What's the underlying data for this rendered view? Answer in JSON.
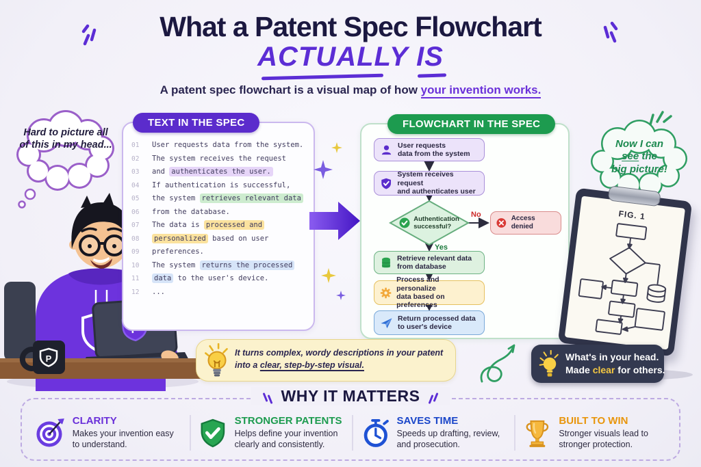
{
  "header": {
    "title": "What a Patent Spec Flowchart",
    "accent": "ACTUALLY IS",
    "subtitle_prefix": "A patent spec flowchart is a visual map of how ",
    "subtitle_accent": "your invention works."
  },
  "left_bubble": {
    "text": "Hard to picture all of this in my head..."
  },
  "character": {
    "logo_letter": "P"
  },
  "spec_panel": {
    "heading": "TEXT IN THE SPEC",
    "lines": [
      {
        "num": "01",
        "segments": [
          {
            "text": "User requests data from the system."
          }
        ]
      },
      {
        "num": "02",
        "segments": [
          {
            "text": "The system receives the request"
          }
        ]
      },
      {
        "num": "03",
        "segments": [
          {
            "text": "and "
          },
          {
            "text": "authenticates the user.",
            "hl": "purple"
          }
        ]
      },
      {
        "num": "04",
        "segments": [
          {
            "text": "If authentication is successful,"
          }
        ]
      },
      {
        "num": "05",
        "segments": [
          {
            "text": "the system "
          },
          {
            "text": "retrieves relevant data",
            "hl": "green"
          }
        ]
      },
      {
        "num": "06",
        "segments": [
          {
            "text": "from the database."
          }
        ]
      },
      {
        "num": "07",
        "segments": [
          {
            "text": "The data is "
          },
          {
            "text": "processed and",
            "hl": "yellow"
          }
        ]
      },
      {
        "num": "08",
        "segments": [
          {
            "text": "personalized",
            "hl": "yellow"
          },
          {
            "text": " based on user"
          }
        ]
      },
      {
        "num": "09",
        "segments": [
          {
            "text": "preferences."
          }
        ]
      },
      {
        "num": "10",
        "segments": [
          {
            "text": "The system "
          },
          {
            "text": "returns the processed",
            "hl": "blue"
          }
        ]
      },
      {
        "num": "11",
        "segments": [
          {
            "text": "data",
            "hl": "blue"
          },
          {
            "text": " to the user's device."
          }
        ]
      },
      {
        "num": "12",
        "segments": [
          {
            "text": "..."
          }
        ]
      }
    ]
  },
  "flow_panel": {
    "heading": "FLOWCHART IN THE SPEC",
    "steps": [
      {
        "text": "User requests\ndata from the system"
      },
      {
        "text": "System receives request\nand authenticates user"
      },
      {
        "text": "Retrieve relevant data\nfrom database"
      },
      {
        "text": "Process and personalize\ndata based on preferences"
      },
      {
        "text": "Return processed data\nto user's device"
      }
    ],
    "decision": {
      "text": "Authentication\nsuccessful?",
      "yes": "Yes",
      "no": "No"
    },
    "denied": {
      "text": "Access denied"
    }
  },
  "right_bubble": {
    "line1": "Now I can",
    "underlined": "see",
    "line2_rest": " the",
    "line3": "big picture!"
  },
  "clipboard": {
    "fig_label": "FIG. 1"
  },
  "insight_callout": {
    "line1": "It turns complex, wordy descriptions in your patent",
    "line2_prefix": "into a ",
    "line2_accent": "clear, step-by-step visual."
  },
  "head_callout": {
    "line1": "What's in your head.",
    "line2_prefix": "Made ",
    "accent": "clear",
    "line2_suffix": " for others."
  },
  "why_section": {
    "heading": "WHY IT MATTERS",
    "items": [
      {
        "title": "CLARITY",
        "desc": "Makes your invention easy to understand.",
        "color": "#6a30d9"
      },
      {
        "title": "STRONGER PATENTS",
        "desc": "Helps define your invention clearly and consistently.",
        "color": "#1d9b4f"
      },
      {
        "title": "SAVES TIME",
        "desc": "Speeds up drafting, review, and prosecution.",
        "color": "#1a46c9"
      },
      {
        "title": "BUILT TO WIN",
        "desc": "Stronger visuals lead to stronger protection.",
        "color": "#e8950c"
      }
    ]
  }
}
